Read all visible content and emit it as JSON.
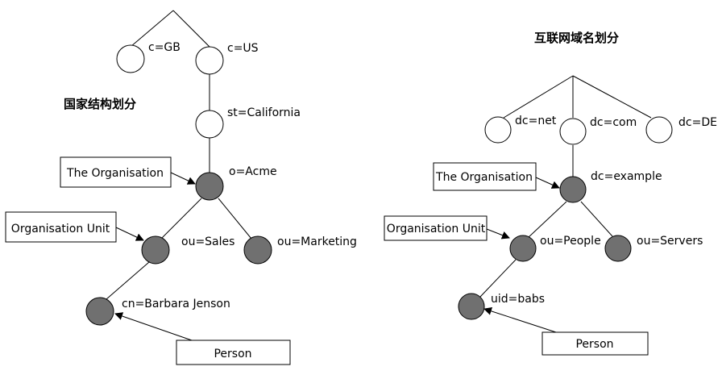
{
  "left": {
    "title": "国家结构划分",
    "nodes": {
      "c_gb": "c=GB",
      "c_us": "c=US",
      "st": "st=California",
      "o": "o=Acme",
      "ou_sales": "ou=Sales",
      "ou_marketing": "ou=Marketing",
      "cn": "cn=Barbara Jenson"
    },
    "boxes": {
      "organisation": "The Organisation",
      "unit": "Organisation Unit",
      "person": "Person"
    }
  },
  "right": {
    "title": "互联网域名划分",
    "nodes": {
      "dc_net": "dc=net",
      "dc_com": "dc=com",
      "dc_de": "dc=DE",
      "dc_example": "dc=example",
      "ou_people": "ou=People",
      "ou_servers": "ou=Servers",
      "uid": "uid=babs"
    },
    "boxes": {
      "organisation": "The Organisation",
      "unit": "Organisation Unit",
      "person": "Person"
    }
  },
  "colors": {
    "light_node": "#ffffff",
    "dark_node": "#707070",
    "stroke": "#000000"
  }
}
